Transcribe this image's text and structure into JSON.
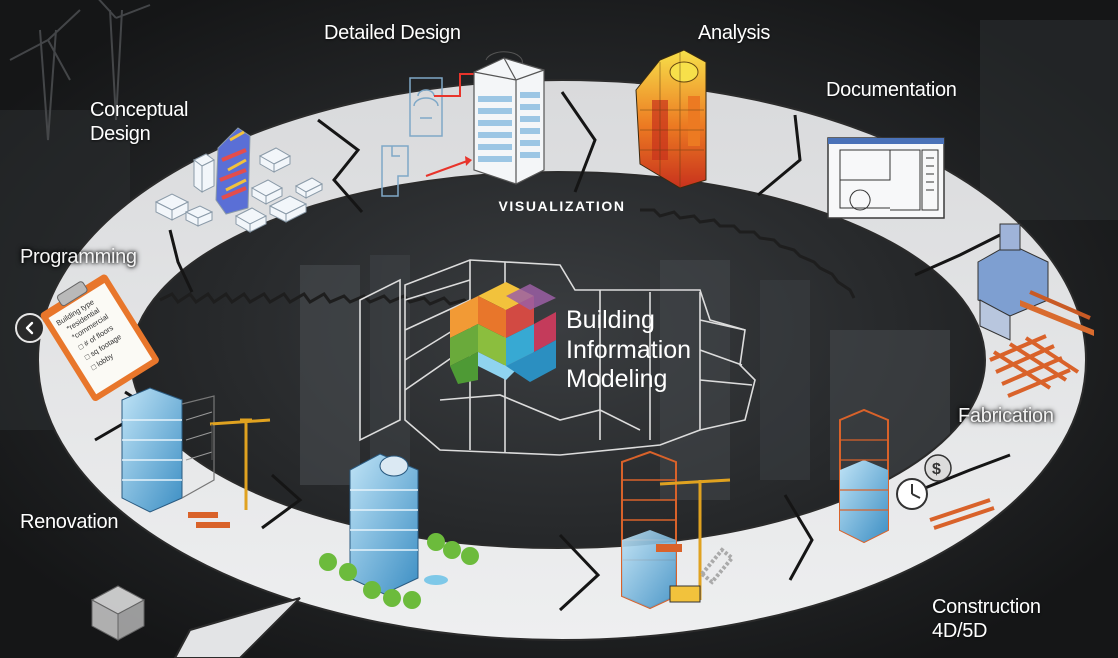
{
  "center": {
    "line1": "Building",
    "line2": "Information",
    "line3": "Modeling"
  },
  "ring": {
    "label": "VISUALIZATION"
  },
  "stages": {
    "detailed_design": "Detailed Design",
    "analysis": "Analysis",
    "conceptual_design_1": "Conceptual",
    "conceptual_design_2": "Design",
    "documentation": "Documentation",
    "programming": "Programming",
    "fabrication": "Fabrication",
    "renovation": "Renovation",
    "construction_1": "Construction",
    "construction_2": "4D/5D"
  },
  "clipboard_lines": [
    "Building type",
    "*residential",
    "*commercial",
    "# of floors",
    "sq footage",
    "lobby"
  ],
  "nav": {
    "icon": "chevron-left-icon"
  },
  "colors": {
    "ring_fill": "#e3e4e6",
    "background": "#1c1d1f",
    "accent_orange": "#e8762b",
    "glass_blue": "#5aa9d6",
    "cube_colors": [
      "#e8762b",
      "#9b5fa5",
      "#d24a43",
      "#8bbe3e",
      "#37a9d3",
      "#f2c23c"
    ]
  }
}
